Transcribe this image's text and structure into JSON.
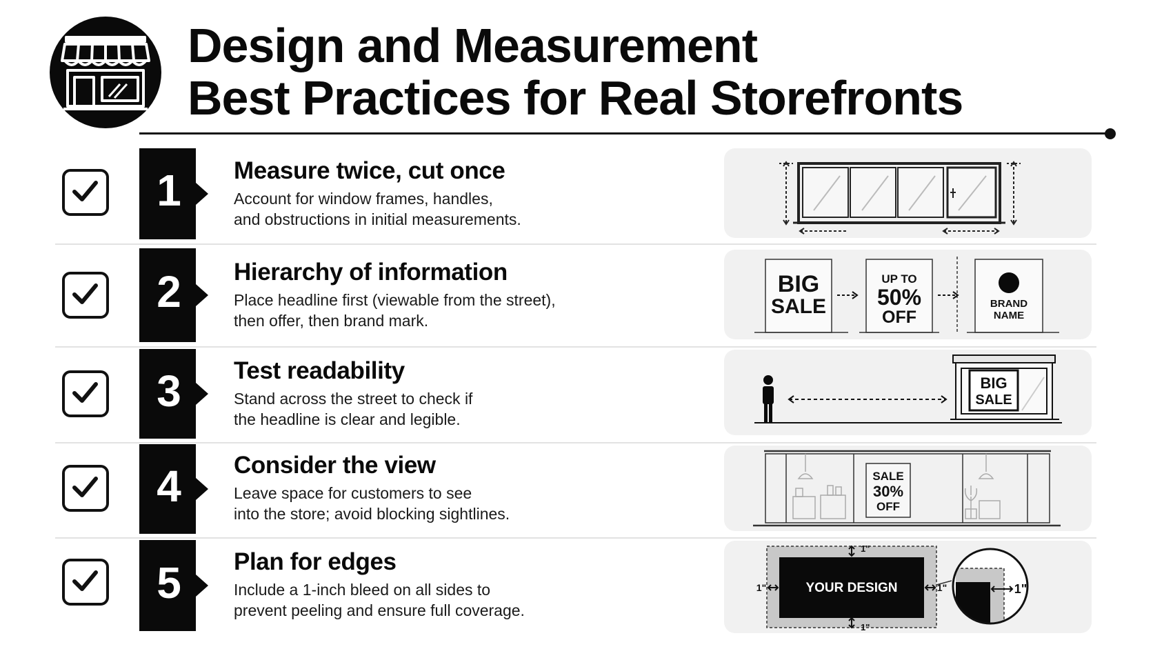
{
  "header": {
    "logo_icon": "storefront-icon",
    "title_line1": "Design and Measurement",
    "title_line2": "Best Practices for Real Storefronts"
  },
  "steps": [
    {
      "number": "1",
      "title": "Measure twice, cut once",
      "desc_line1": "Account for window frames, handles,",
      "desc_line2": "and obstructions in initial measurements.",
      "illustration": "window-frame-measurement"
    },
    {
      "number": "2",
      "title": "Hierarchy of information",
      "desc_line1": "Place headline first (viewable from the street),",
      "desc_line2": "then offer, then brand mark.",
      "illustration": "sign-sequence",
      "panel1_line1": "BIG",
      "panel1_line2": "SALE",
      "panel2_line1": "UP TO",
      "panel2_line2": "50%",
      "panel2_line3": "OFF",
      "panel3_line1": "BRAND",
      "panel3_line2": "NAME"
    },
    {
      "number": "3",
      "title": "Test readability",
      "desc_line1": "Stand across the street to check if",
      "desc_line2": "the headline is clear and legible.",
      "illustration": "person-viewing-storefront",
      "sign_line1": "BIG",
      "sign_line2": "SALE"
    },
    {
      "number": "4",
      "title": "Consider the view",
      "desc_line1": "Leave space for customers to see",
      "desc_line2": "into the store; avoid blocking sightlines.",
      "illustration": "storefront-interior-view",
      "sign_line1": "SALE",
      "sign_line2": "30%",
      "sign_line3": "OFF"
    },
    {
      "number": "5",
      "title": "Plan for edges",
      "desc_line1": "Include a 1-inch bleed on all sides to",
      "desc_line2": "prevent peeling and ensure full coverage.",
      "illustration": "bleed-diagram",
      "design_label": "YOUR DESIGN",
      "bleed_label": "1\""
    }
  ],
  "colors": {
    "ink": "#111111",
    "panel_bg": "#f1f1f1",
    "divider": "#e2e2e2"
  }
}
